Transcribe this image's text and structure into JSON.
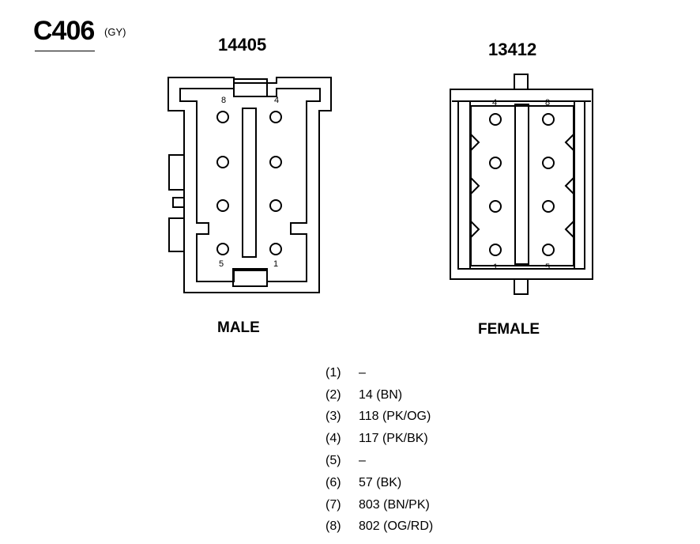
{
  "connector": {
    "id": "C406",
    "color_code": "(GY)"
  },
  "male": {
    "part_number": "14405",
    "label": "MALE",
    "pin_labels": {
      "top_left": "8",
      "top_right": "4",
      "bottom_left": "5",
      "bottom_right": "1"
    }
  },
  "female": {
    "part_number": "13412",
    "label": "FEMALE",
    "pin_labels": {
      "top_left": "4",
      "top_right": "8",
      "bottom_left": "1",
      "bottom_right": "5"
    }
  },
  "pinout": [
    {
      "pin": "(1)",
      "circuit": "–"
    },
    {
      "pin": "(2)",
      "circuit": "14 (BN)"
    },
    {
      "pin": "(3)",
      "circuit": "118 (PK/OG)"
    },
    {
      "pin": "(4)",
      "circuit": "117 (PK/BK)"
    },
    {
      "pin": "(5)",
      "circuit": "–"
    },
    {
      "pin": "(6)",
      "circuit": "57 (BK)"
    },
    {
      "pin": "(7)",
      "circuit": "803 (BN/PK)"
    },
    {
      "pin": "(8)",
      "circuit": "802 (OG/RD)"
    }
  ]
}
